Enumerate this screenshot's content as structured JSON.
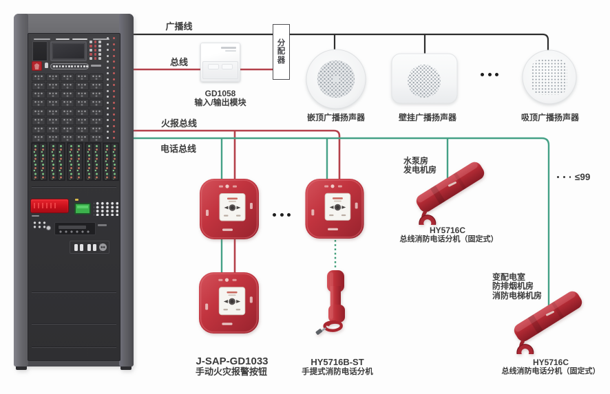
{
  "colors": {
    "background": "#fdfdfd",
    "wire_broadcast": "#2d2d2d",
    "wire_bus_red": "#b4404a",
    "wire_phone_green": "#44a186",
    "label_text": "#3b3b3b",
    "device_red": "#c5333c"
  },
  "wires": {
    "broadcast_label": "广播线",
    "bus_label": "总线",
    "fire_bus_label": "火报总线",
    "phone_bus_label": "电话总线"
  },
  "distributor": {
    "label": "分配器"
  },
  "io_module": {
    "model": "GD1058",
    "name": "输入/输出模块"
  },
  "speakers": {
    "recessed": {
      "label": "嵌顶广播扬声器"
    },
    "wall": {
      "label": "壁挂广播扬声器"
    },
    "ceiling": {
      "label": "吸顶广播扬声器"
    },
    "ellipsis": "•••"
  },
  "call_point": {
    "model": "J-SAP-GD1033",
    "name": "手动火灾报警按钮",
    "ellipsis": "•••"
  },
  "handheld_phone": {
    "model": "HY5716B-ST",
    "name": "手提式消防电话分机"
  },
  "fixed_phone_pump": {
    "room_1": "水泵房",
    "room_2": "发电机房",
    "model": "HY5716C",
    "name": "总线消防电话分机（固定式）"
  },
  "fixed_phone_power": {
    "room_1": "变配电室",
    "room_2": "防排烟机房",
    "room_3": "消防电梯机房",
    "model": "HY5716C",
    "name": "总线消防电话分机（固定式）"
  },
  "capacity": {
    "ellipsis": "···",
    "max": "≤99"
  }
}
